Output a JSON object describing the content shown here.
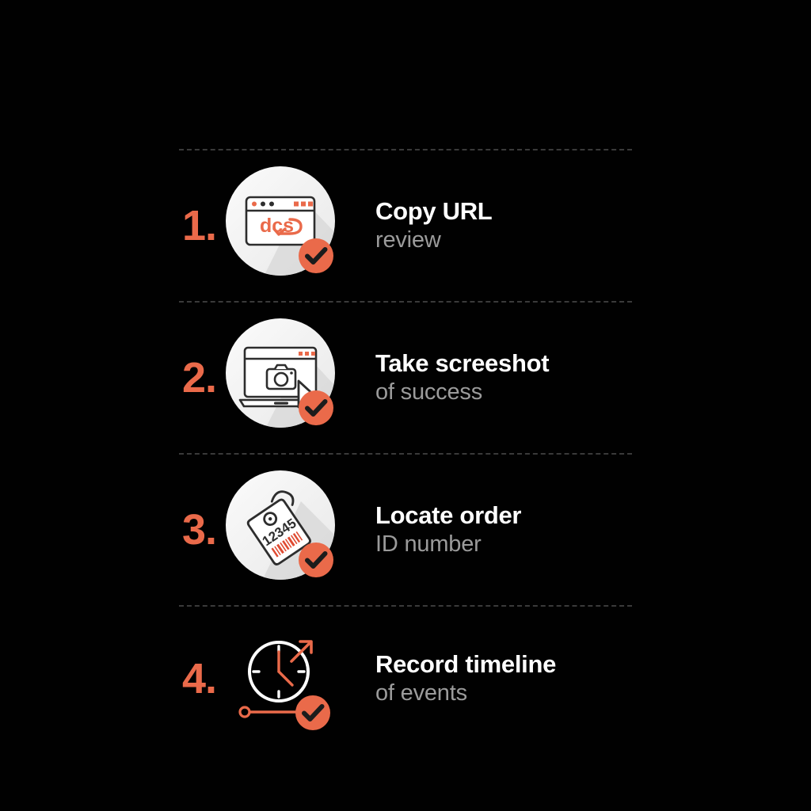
{
  "theme": {
    "background": "#010101",
    "accent": "#ea6a4a",
    "title_color": "#ffffff",
    "subtitle_color": "#9b9b9b",
    "divider_color": "#3a3a3a",
    "circle_color": "#f2f2f2",
    "shadow_color": "#d7d7d7",
    "badge_color": "#ea6a4a",
    "badge_check_color": "#1c1c1c"
  },
  "steps": [
    {
      "number": "1.",
      "title": "Copy URL",
      "subtitle": "review",
      "icon": "browser-window-link-icon",
      "icon_label": "dcs",
      "badge": "check-badge",
      "has_circle": true
    },
    {
      "number": "2.",
      "title": "Take screeshot",
      "subtitle": "of success",
      "icon": "laptop-camera-cursor-icon",
      "badge": "check-badge",
      "has_circle": true
    },
    {
      "number": "3.",
      "title": "Locate order",
      "subtitle": "ID number",
      "icon": "price-tag-barcode-icon",
      "icon_label": "12345",
      "badge": "check-badge",
      "has_circle": true
    },
    {
      "number": "4.",
      "title": "Record timeline",
      "subtitle": "of events",
      "icon": "clock-timeline-arrow-icon",
      "badge": "check-badge",
      "has_circle": false
    }
  ]
}
